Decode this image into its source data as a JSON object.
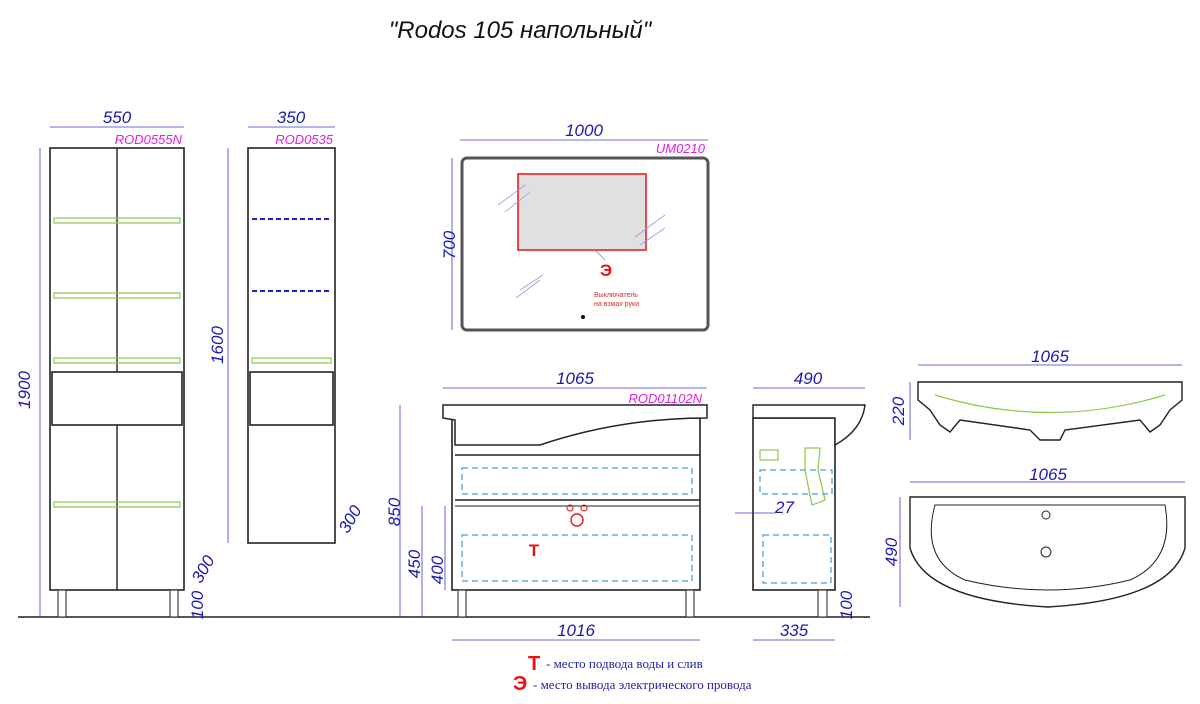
{
  "title": "\"Rodos 105 напольный\"",
  "tall_cabinet": {
    "width": "550",
    "code": "ROD0555N",
    "height": "1900",
    "offset": "300",
    "leg": "100"
  },
  "narrow_cabinet": {
    "width": "350",
    "code": "ROD0535",
    "height": "1600",
    "offset": "300"
  },
  "mirror": {
    "width": "1000",
    "code": "UM0210",
    "height": "700",
    "marker": "Э",
    "switch_note_line1": "Выключатель",
    "switch_note_line2": "на взмах руки"
  },
  "vanity": {
    "width": "1065",
    "code": "ROD01102N",
    "height": "850",
    "pipe_height": "450",
    "inner_height": "400",
    "base_width": "1016",
    "marker": "Т"
  },
  "side_view": {
    "depth": "490",
    "offset": "27",
    "base_depth": "335",
    "leg": "100"
  },
  "basin": {
    "front_width": "1065",
    "front_height": "220",
    "top_width": "1065",
    "top_depth": "490"
  },
  "legend": [
    {
      "symbol": "Т",
      "text": "- место подвода воды и слив"
    },
    {
      "symbol": "Э",
      "text": "- место вывода электрического провода"
    }
  ],
  "colors": {
    "dimension": "#1a1ab0",
    "code": "#e020e0",
    "marker": "#ee1111",
    "shelf": "#8cc84b"
  }
}
